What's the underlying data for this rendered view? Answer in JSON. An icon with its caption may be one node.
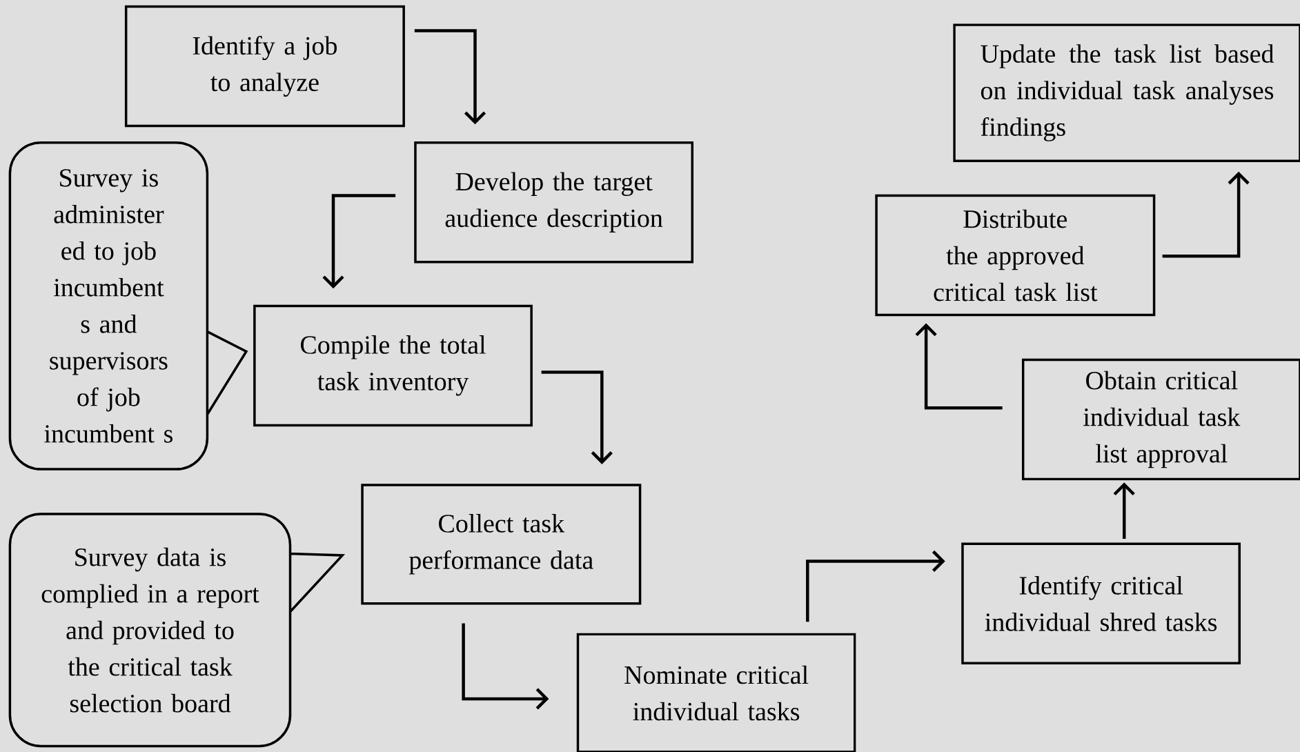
{
  "diagram": {
    "nodes": [
      {
        "text": [
          "Identify a job to analyze"
        ]
      },
      {
        "text": [
          "Develop the target audience description"
        ]
      },
      {
        "text": [
          "Compile the total task inventory"
        ]
      },
      {
        "text": [
          "Collect task performance data"
        ]
      },
      {
        "text": [
          "Nominate critical individual tasks"
        ]
      },
      {
        "text": [
          "Identify critical individual shred tasks"
        ]
      },
      {
        "text": [
          "Obtain critical individual task list approval"
        ]
      },
      {
        "text": [
          "Distribute the approved critical task list"
        ]
      },
      {
        "text": [
          "Update the task list based on individual task analyses findings"
        ]
      },
      {
        "text": [
          "Survey is administer ed to job incumbent s and supervisors of job incumbent s"
        ]
      },
      {
        "text": [
          "Survey data is complied in a report and provided to the critical task selection board"
        ]
      }
    ],
    "edges": [
      {
        "from": 0,
        "to": 1,
        "arrow": "to"
      },
      {
        "from": 1,
        "to": 2,
        "arrow": "to"
      },
      {
        "from": 2,
        "to": 3,
        "arrow": "to"
      },
      {
        "from": 3,
        "to": 4,
        "arrow": "to"
      },
      {
        "from": 4,
        "to": 5,
        "arrow": "to"
      },
      {
        "from": 5,
        "to": 6,
        "arrow": "to"
      },
      {
        "from": 6,
        "to": 7,
        "arrow": "to"
      },
      {
        "from": 7,
        "to": 8,
        "arrow": "to"
      }
    ]
  }
}
